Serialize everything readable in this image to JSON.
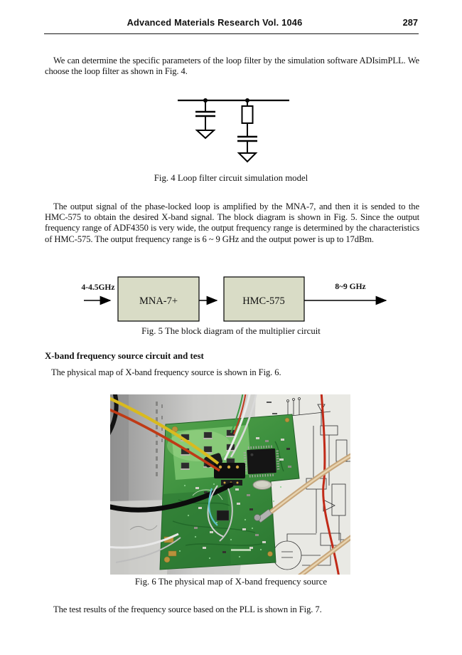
{
  "header": {
    "title": "Advanced Materials Research Vol. 1046",
    "page_number": "287"
  },
  "paragraphs": {
    "p1": "We can determine the specific parameters of the loop filter by the simulation software ADIsimPLL. We choose the loop filter as shown in Fig. 4.",
    "p2": "The output signal of the phase-locked loop is amplified by the MNA-7, and then it is sended to the HMC-575 to obtain the desired X-band signal. The block diagram is shown in Fig. 5. Since the output frequency range of ADF4350 is very wide, the output frequency range is determined by the characteristics of HMC-575. The output frequency range is 6 ~ 9 GHz and the output power is up to 17dBm.",
    "p3": "The test results of the frequency source based on the PLL is shown in Fig. 7."
  },
  "section": {
    "heading": "X-band frequency source circuit and test",
    "intro": "The physical map of X-band frequency source is shown in Fig. 6."
  },
  "figures": {
    "fig4": {
      "caption": "Fig. 4 Loop filter circuit simulation model"
    },
    "fig5": {
      "caption": "Fig. 5 The block diagram of the multiplier circuit",
      "input_label": "4-4.5GHz",
      "output_label": "8~9 GHz",
      "block1_label": "MNA-7+",
      "block2_label": "HMC-575",
      "block_fill": "#d9dcc6"
    },
    "fig6": {
      "caption": "Fig. 6 The physical map of X-band frequency source"
    }
  }
}
